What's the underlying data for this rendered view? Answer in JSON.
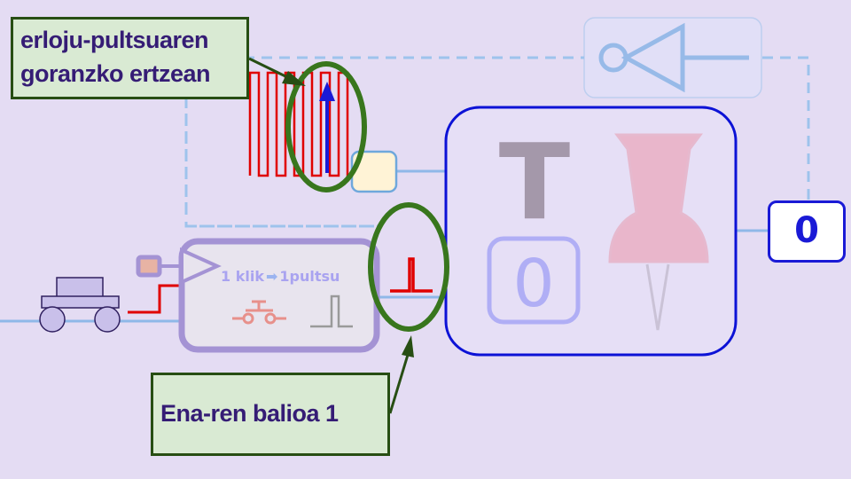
{
  "callouts": {
    "top_line1": "erloju-pultsuaren",
    "top_line2": "goranzko ertzean",
    "bottom": "Ena-ren balioa 1"
  },
  "click_block": {
    "left_text": "1 klik",
    "right_text": "1pultsu"
  },
  "flipflop": {
    "t_label": "T",
    "state_value": "0"
  },
  "output": {
    "value": "0"
  },
  "colors": {
    "background": "#e4dcf3",
    "callout_fill": "#d9ead3",
    "callout_border": "#274e13",
    "callout_text": "#351c75",
    "highlight_ring": "#38761d",
    "signal_red": "#e00000",
    "clock_arrow": "#1a1ad6",
    "wire_blue": "#8fb8e8",
    "output_border": "#1a1ad6"
  },
  "icons": {
    "pushpin": "pushpin-icon",
    "buffer": "buffer-not-icon",
    "cart": "cart-icon",
    "pushbutton": "pushbutton-switch-icon"
  }
}
